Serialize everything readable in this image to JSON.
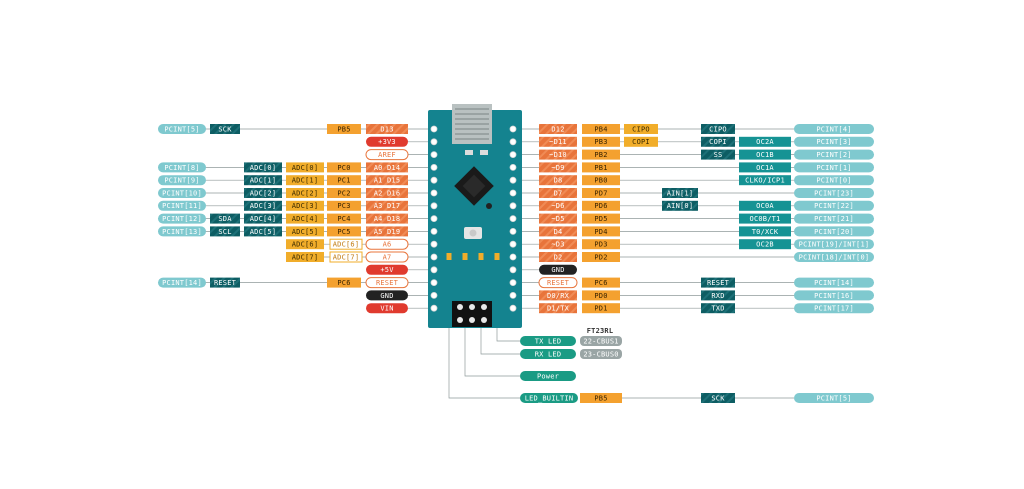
{
  "colors": {
    "pcint": "#7fc9cf",
    "dark_teal": "#0d5d63",
    "teal": "#159394",
    "analog_yellow": "#f1ad2a",
    "port_orange": "#f4a12f",
    "digital_orange": "#e8743b",
    "power_red": "#e03a2e",
    "gnd_black": "#222222",
    "cbus_grey": "#9aa5a5",
    "led_green": "#1a9b84",
    "board": "#14838f",
    "wire": "#8f9a9a"
  },
  "board": {
    "chip_label": "FT23RL"
  },
  "left_pins": [
    {
      "pin_label": "D13",
      "style": "digital",
      "port": "PB5",
      "extra": [
        {
          "text": "SCK",
          "style": "dark"
        },
        {
          "text": "PCINT[5]",
          "style": "pcint"
        }
      ]
    },
    {
      "pin_label": "+3V3",
      "style": "power"
    },
    {
      "pin_label": "AREF",
      "style": "outline"
    },
    {
      "pin_label": "A0  D14",
      "style": "digital",
      "port": "PC0",
      "extra": [
        {
          "text": "ADC[0]",
          "style": "yellow"
        },
        {
          "text": "ADC[0]",
          "style": "dark"
        },
        {
          "text": "PCINT[8]",
          "style": "pcint"
        }
      ]
    },
    {
      "pin_label": "A1  D15",
      "style": "digital",
      "port": "PC1",
      "extra": [
        {
          "text": "ADC[1]",
          "style": "yellow"
        },
        {
          "text": "ADC[1]",
          "style": "dark"
        },
        {
          "text": "PCINT[9]",
          "style": "pcint"
        }
      ]
    },
    {
      "pin_label": "A2  D16",
      "style": "digital",
      "port": "PC2",
      "extra": [
        {
          "text": "ADC[2]",
          "style": "yellow"
        },
        {
          "text": "ADC[2]",
          "style": "dark"
        },
        {
          "text": "PCINT[10]",
          "style": "pcint"
        }
      ]
    },
    {
      "pin_label": "A3  D17",
      "style": "digital",
      "port": "PC3",
      "extra": [
        {
          "text": "ADC[3]",
          "style": "yellow"
        },
        {
          "text": "ADC[3]",
          "style": "dark"
        },
        {
          "text": "PCINT[11]",
          "style": "pcint"
        }
      ]
    },
    {
      "pin_label": "A4  D18",
      "style": "digital",
      "port": "PC4",
      "extra": [
        {
          "text": "ADC[4]",
          "style": "yellow"
        },
        {
          "text": "ADC[4]",
          "style": "dark"
        },
        {
          "text": "SDA",
          "style": "dark"
        },
        {
          "text": "PCINT[12]",
          "style": "pcint"
        }
      ]
    },
    {
      "pin_label": "A5  D19",
      "style": "digital",
      "port": "PC5",
      "extra": [
        {
          "text": "ADC[5]",
          "style": "yellow"
        },
        {
          "text": "ADC[5]",
          "style": "dark"
        },
        {
          "text": "SCL",
          "style": "dark"
        },
        {
          "text": "PCINT[13]",
          "style": "pcint"
        }
      ]
    },
    {
      "pin_label": "A6",
      "style": "outline",
      "extra": [
        {
          "text": "ADC[6]",
          "style": "yellow-outline"
        },
        {
          "text": "ADC[6]",
          "style": "yellow"
        }
      ]
    },
    {
      "pin_label": "A7",
      "style": "outline",
      "extra": [
        {
          "text": "ADC[7]",
          "style": "yellow-outline"
        },
        {
          "text": "ADC[7]",
          "style": "yellow"
        }
      ]
    },
    {
      "pin_label": "+5V",
      "style": "power"
    },
    {
      "pin_label": "RESET",
      "style": "outline-red",
      "port": "PC6",
      "extra": [
        {
          "text": "RESET",
          "style": "dark"
        },
        {
          "text": "PCINT[14]",
          "style": "pcint"
        }
      ]
    },
    {
      "pin_label": "GND",
      "style": "gnd"
    },
    {
      "pin_label": "VIN",
      "style": "power"
    }
  ],
  "right_pins": [
    {
      "pin_label": "D12",
      "style": "digital",
      "port": "PB4",
      "extra": [
        {
          "text": "CIPO",
          "style": "yellow"
        },
        {
          "text": "CIPO",
          "style": "dark"
        },
        {
          "text": "PCINT[4]",
          "style": "pcint"
        }
      ]
    },
    {
      "pin_label": "~D11",
      "style": "digital",
      "port": "PB3",
      "extra": [
        {
          "text": "COPI",
          "style": "yellow"
        },
        {
          "text": "COPI",
          "style": "dark"
        },
        {
          "text": "OC2A",
          "style": "teal"
        },
        {
          "text": "PCINT[3]",
          "style": "pcint"
        }
      ]
    },
    {
      "pin_label": "~D10",
      "style": "digital",
      "port": "PB2",
      "extra": [
        {
          "text": "SS",
          "style": "dark"
        },
        {
          "text": "OC1B",
          "style": "teal"
        },
        {
          "text": "PCINT[2]",
          "style": "pcint"
        }
      ]
    },
    {
      "pin_label": "~D9",
      "style": "digital",
      "port": "PB1",
      "extra": [
        {
          "text": "OC1A",
          "style": "teal"
        },
        {
          "text": "PCINT[1]",
          "style": "pcint"
        }
      ]
    },
    {
      "pin_label": "D8",
      "style": "digital",
      "port": "PB0",
      "extra": [
        {
          "text": "CLKO/ICP1",
          "style": "teal"
        },
        {
          "text": "PCINT[0]",
          "style": "pcint"
        }
      ]
    },
    {
      "pin_label": "D7",
      "style": "digital",
      "port": "PD7",
      "extra": [
        {
          "text": "AIN[1]",
          "style": "dark"
        },
        {
          "text": "PCINT[23]",
          "style": "pcint"
        }
      ]
    },
    {
      "pin_label": "~D6",
      "style": "digital",
      "port": "PD6",
      "extra": [
        {
          "text": "AIN[0]",
          "style": "dark"
        },
        {
          "text": "OC0A",
          "style": "teal"
        },
        {
          "text": "PCINT[22]",
          "style": "pcint"
        }
      ]
    },
    {
      "pin_label": "~D5",
      "style": "digital",
      "port": "PD5",
      "extra": [
        {
          "text": "OC0B/T1",
          "style": "teal"
        },
        {
          "text": "PCINT[21]",
          "style": "pcint"
        }
      ]
    },
    {
      "pin_label": "D4",
      "style": "digital",
      "port": "PD4",
      "extra": [
        {
          "text": "T0/XCK",
          "style": "teal"
        },
        {
          "text": "PCINT[20]",
          "style": "pcint"
        }
      ]
    },
    {
      "pin_label": "~D3",
      "style": "digital",
      "port": "PD3",
      "extra": [
        {
          "text": "OC2B",
          "style": "teal"
        },
        {
          "text": "PCINT[19]/INT[1]",
          "style": "pcint"
        }
      ]
    },
    {
      "pin_label": "D2",
      "style": "digital",
      "port": "PD2",
      "extra": [
        {
          "text": "PCINT[18]/INT[0]",
          "style": "pcint"
        }
      ]
    },
    {
      "pin_label": "GND",
      "style": "gnd"
    },
    {
      "pin_label": "RESET",
      "style": "outline-red",
      "port": "PC6",
      "extra": [
        {
          "text": "RESET",
          "style": "dark"
        },
        {
          "text": "PCINT[14]",
          "style": "pcint"
        }
      ]
    },
    {
      "pin_label": "D0/RX",
      "style": "digital",
      "port": "PD0",
      "extra": [
        {
          "text": "RXD",
          "style": "dark"
        },
        {
          "text": "PCINT[16]",
          "style": "pcint"
        }
      ]
    },
    {
      "pin_label": "D1/TX",
      "style": "digital",
      "port": "PD1",
      "extra": [
        {
          "text": "TXD",
          "style": "dark"
        },
        {
          "text": "PCINT[17]",
          "style": "pcint"
        }
      ]
    }
  ],
  "bottom_labels": [
    {
      "led": "TX LED",
      "tag": "22-CBUS1"
    },
    {
      "led": "RX LED",
      "tag": "23-CBUS0"
    },
    {
      "led": "Power"
    },
    {
      "led": "LED_BUILTIN",
      "tag": "PB5",
      "extra": [
        {
          "text": "SCK",
          "style": "dark"
        },
        {
          "text": "PCINT[5]",
          "style": "pcint"
        }
      ]
    }
  ]
}
